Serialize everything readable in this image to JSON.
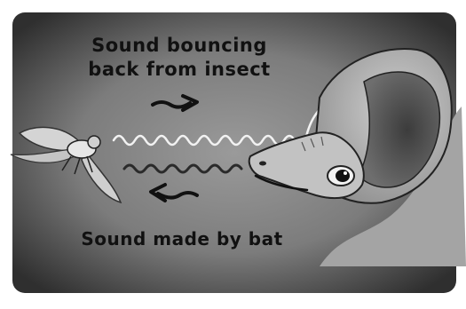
{
  "labels": {
    "reflected_line1": "Sound bouncing",
    "reflected_line2": "back from insect",
    "emitted": "Sound made by bat"
  },
  "colors": {
    "frame_white": "#ffffff",
    "background_center": "#8a8a8a",
    "background_edge": "#2f2f2f",
    "bat_body": "#b8b8b8",
    "bat_ear_inner": "#5a5a5a",
    "wave_light": "#f2f2f2",
    "wave_dark": "#2a2a2a",
    "insect": "#d9d9d9"
  },
  "icons": {
    "bat": "bat-head-icon",
    "insect": "fly-insect-icon",
    "arrow_right": "squiggly-arrow-right-icon",
    "arrow_left": "squiggly-arrow-left-icon"
  }
}
